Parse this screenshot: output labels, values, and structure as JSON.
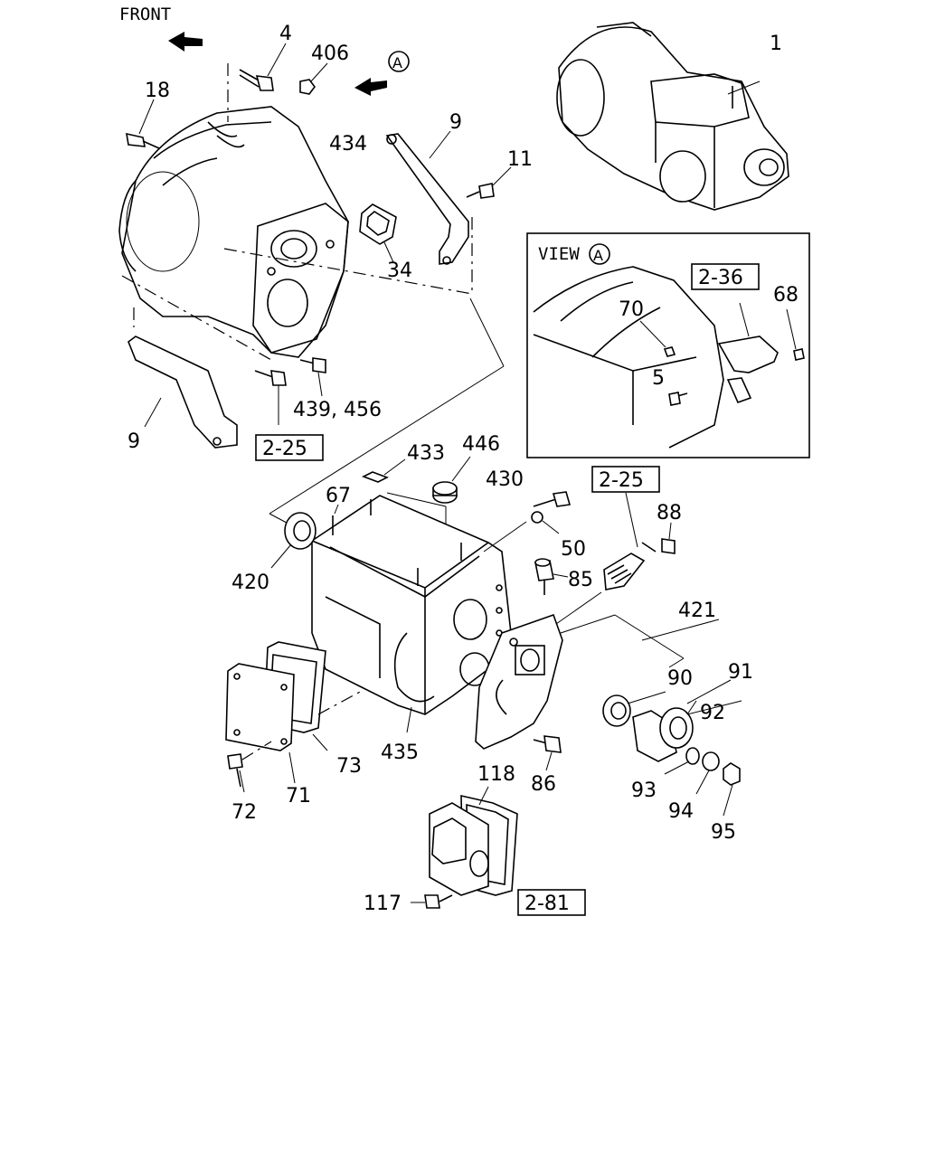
{
  "orientation": {
    "front_label": "FRONT"
  },
  "view_marker": {
    "letter": "A"
  },
  "view_inset": {
    "label": "VIEW",
    "letter": "A"
  },
  "references": {
    "ref_2_25_housing": "2-25",
    "ref_2_25_speedo": "2-25",
    "ref_2_36": "2-36",
    "ref_2_81": "2-81"
  },
  "part_labels": {
    "p1": "1",
    "p4": "4",
    "p406": "406",
    "p18": "18",
    "p9_top": "9",
    "p434": "434",
    "p11": "11",
    "p34": "34",
    "p439_456": "439, 456",
    "p9_bottom": "9",
    "p70": "70",
    "p68": "68",
    "p5": "5",
    "p433": "433",
    "p446": "446",
    "p430": "430",
    "p67": "67",
    "p88": "88",
    "p50": "50",
    "p420": "420",
    "p85": "85",
    "p421": "421",
    "p90": "90",
    "p91": "91",
    "p92": "92",
    "p73": "73",
    "p435": "435",
    "p86": "86",
    "p93": "93",
    "p72": "72",
    "p71": "71",
    "p94": "94",
    "p95": "95",
    "p118": "118",
    "p117": "117"
  }
}
